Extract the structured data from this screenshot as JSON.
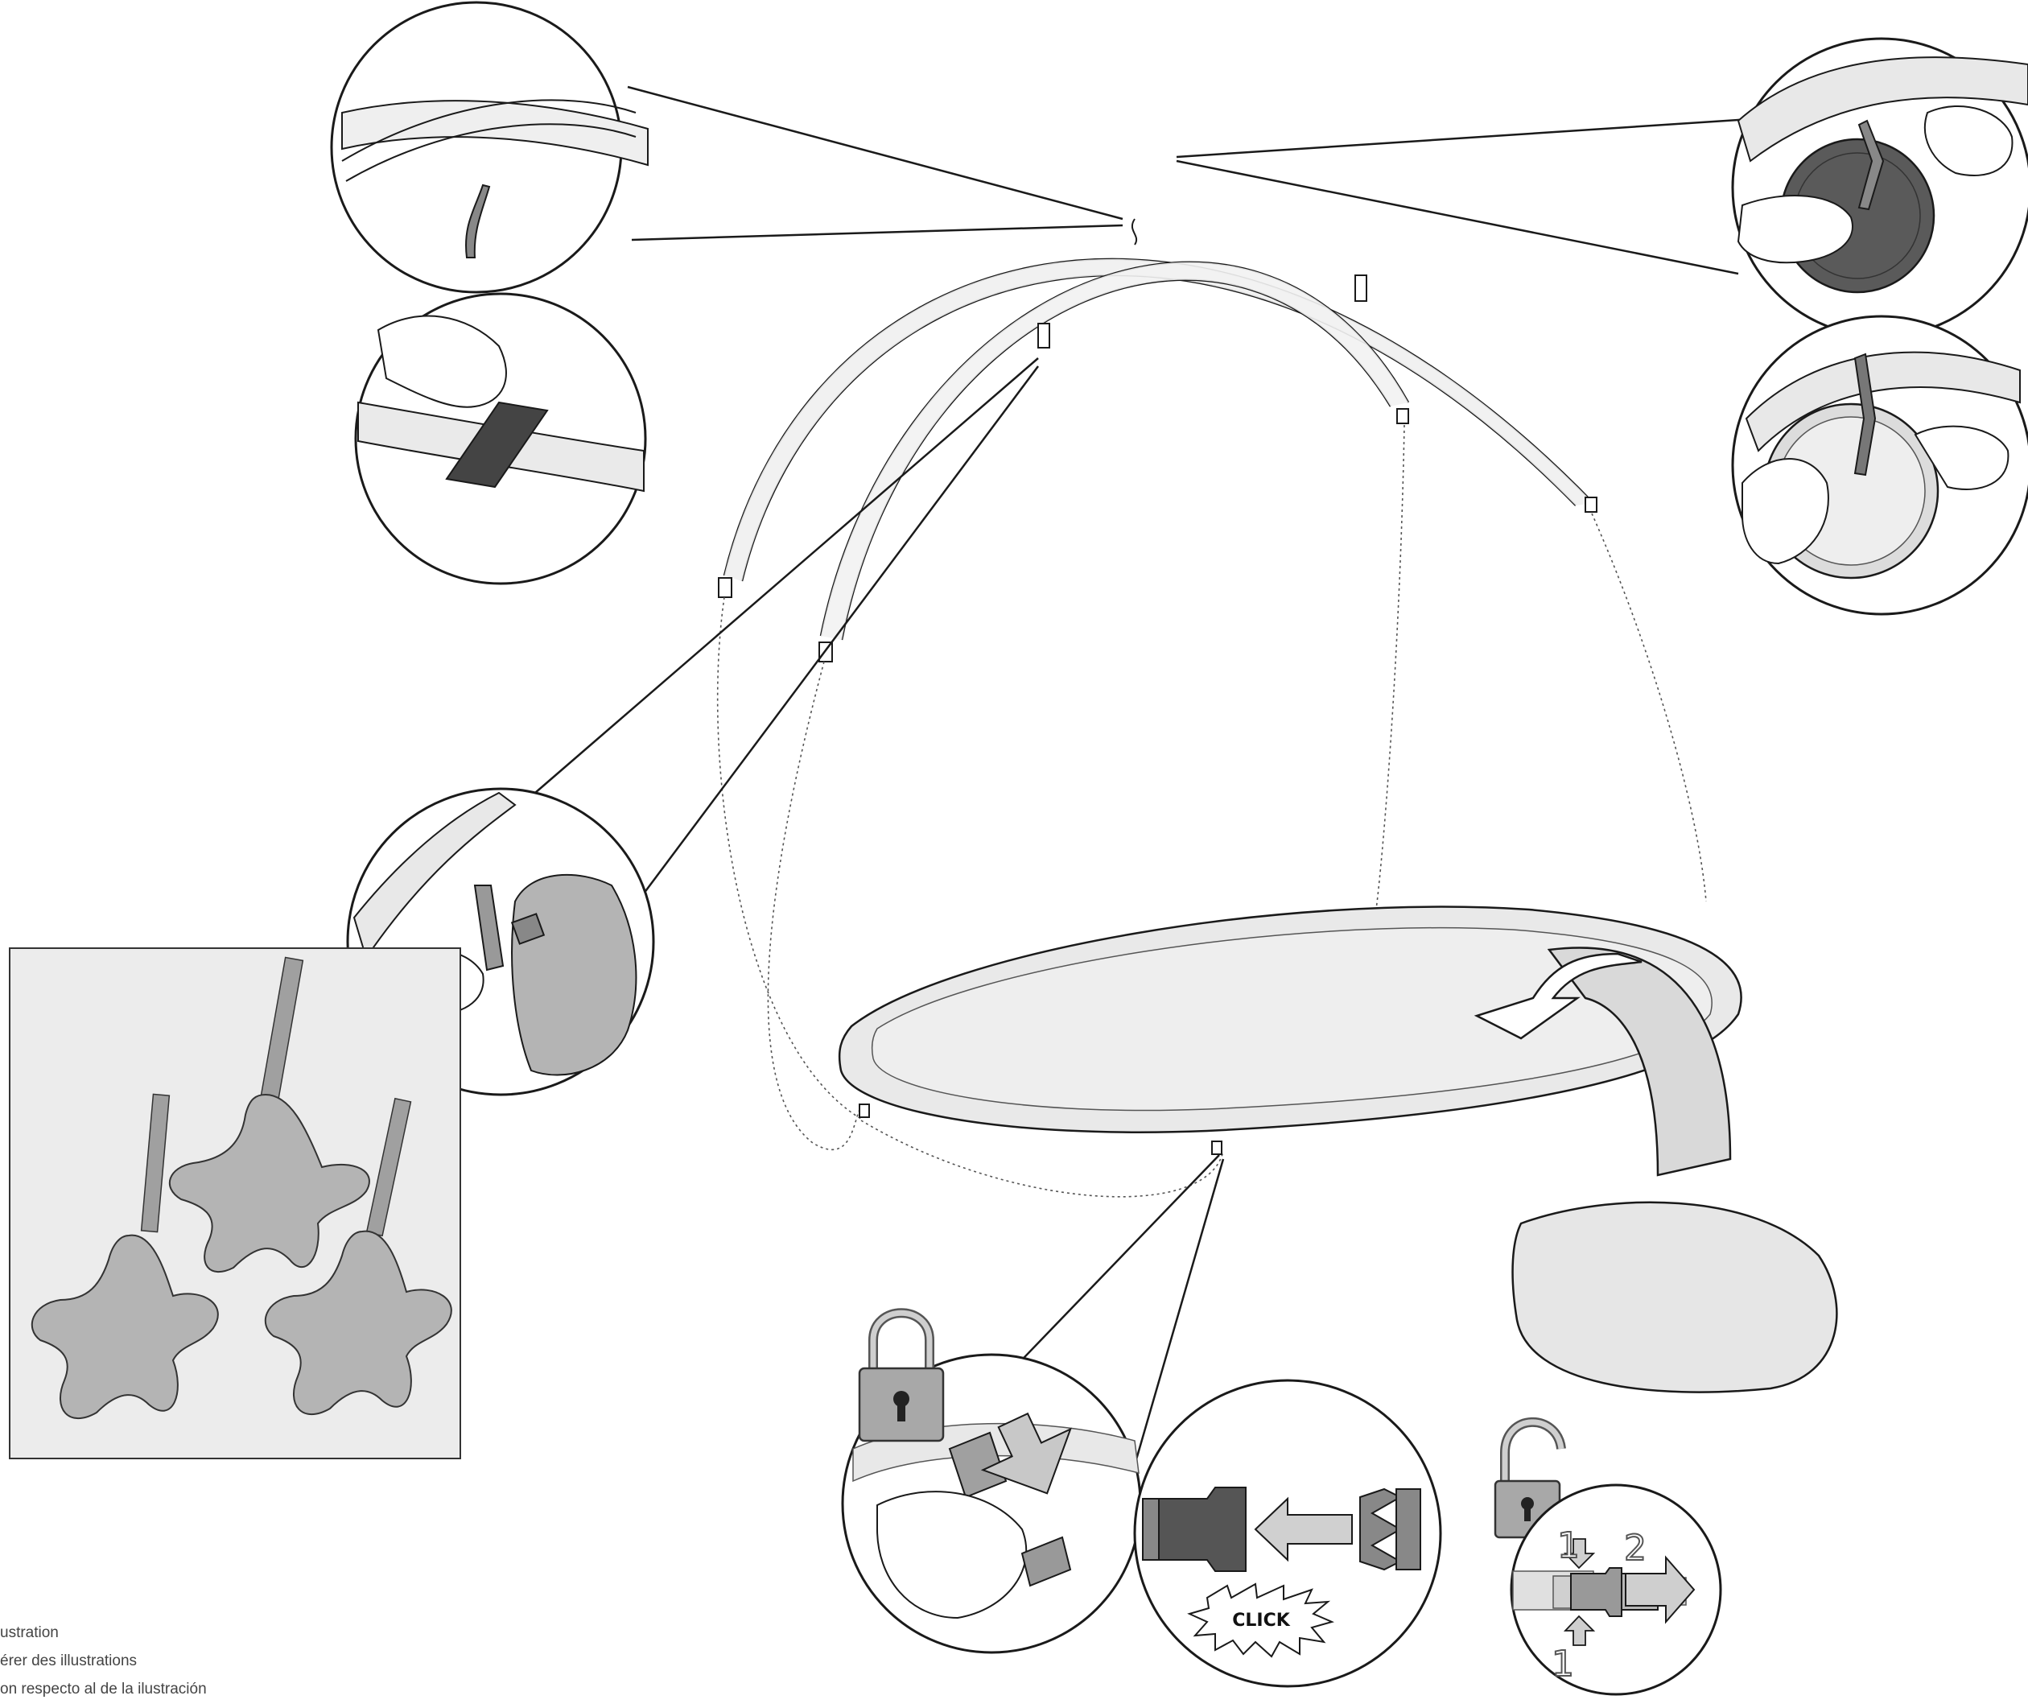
{
  "diagram": {
    "click_label": "CLICK",
    "step_one": "1",
    "step_two": "2",
    "colors": {
      "line": "#1a1a1a",
      "fabric": "#e8e8e8",
      "fabric_dark": "#d9d9d9",
      "accent_gray": "#9a9a9a",
      "dark_gray": "#555555",
      "panel_bg": "#ececec",
      "star": "#b4b4b4"
    },
    "icons": [
      "padlock-closed-icon",
      "padlock-open-icon",
      "arrow-icon"
    ]
  },
  "notes": [
    "ustration",
    "érer des illustrations",
    "on respecto al de la ilustración"
  ]
}
